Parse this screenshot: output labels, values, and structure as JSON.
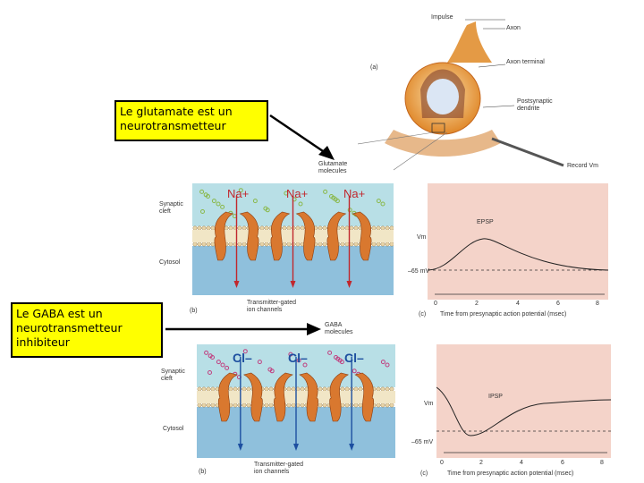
{
  "callouts": {
    "glutamate": "Le glutamate est un neurotransmetteur",
    "gaba": "Le GABA est un neurotransmetteur inhibiteur"
  },
  "top_figure": {
    "panel": "(a)",
    "labels": {
      "impulse": "Impulse",
      "axon": "Axon",
      "axon_terminal": "Axon terminal",
      "postsynaptic": "Postsynaptic dendrite",
      "record": "Record Vm"
    }
  },
  "epsp_figure": {
    "panel_b": "(b)",
    "panel_c": "(c)",
    "molecules": "Glutamate molecules",
    "ions": [
      "Na+",
      "Na+",
      "Na+"
    ],
    "synaptic_cleft": "Synaptic cleft",
    "cytosol": "Cytosol",
    "channels": "Transmitter-gated ion channels",
    "peak_label": "EPSP",
    "vm_label": "Vm",
    "baseline": "–65 mV",
    "xlabel": "Time from presynaptic action potential (msec)",
    "ticks": [
      "0",
      "2",
      "4",
      "6",
      "8"
    ]
  },
  "ipsp_figure": {
    "panel_b": "(b)",
    "panel_c": "(c)",
    "molecules": "GABA molecules",
    "ions": [
      "Cl–",
      "Cl–",
      "Cl–"
    ],
    "synaptic_cleft": "Synaptic cleft",
    "cytosol": "Cytosol",
    "channels": "Transmitter-gated ion channels",
    "peak_label": "IPSP",
    "vm_label": "Vm",
    "baseline": "–65 mV",
    "xlabel": "Time from presynaptic action potential (msec)",
    "ticks": [
      "0",
      "2",
      "4",
      "6",
      "8"
    ]
  },
  "colors": {
    "callout_bg": "#ffff00",
    "cleft_top": "#b8dfe6",
    "cytosol": "#8fc0dc",
    "channel": "#d9782f",
    "graph_bg": "#f4d3c9",
    "na_label": "#c1272d",
    "cl_label": "#1d4fa0"
  }
}
